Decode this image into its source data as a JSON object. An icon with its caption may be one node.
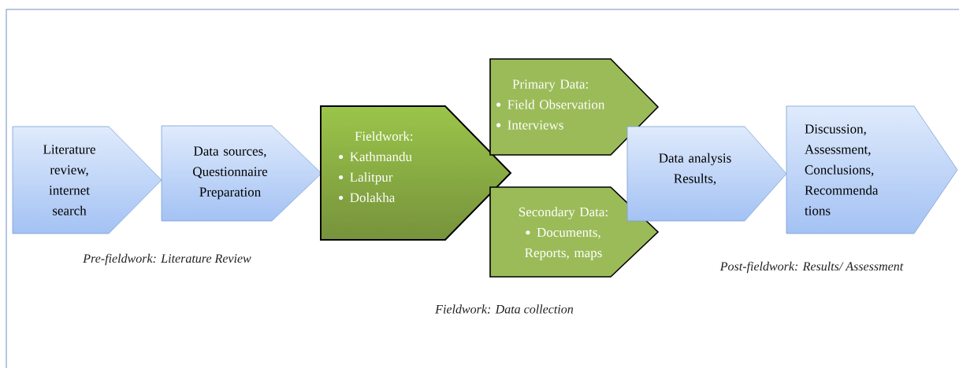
{
  "diagram": {
    "nodes": [
      {
        "text": [
          "Literature review, internet search"
        ]
      },
      {
        "text": [
          "Data sources, Questionnaire Preparation"
        ]
      },
      {
        "text": [
          "Fieldwork:",
          "Kathmandu",
          "Lalitpur",
          "Dolakha"
        ]
      },
      {
        "text": [
          "Primary Data:",
          "Field Observation",
          "Interviews"
        ]
      },
      {
        "text": [
          "Secondary Data:",
          "Documents, Reports, maps"
        ]
      },
      {
        "text": [
          "Data analysis Results,"
        ]
      },
      {
        "text": [
          "Discussion, Assessment, Conclusions, Recommenda tions"
        ]
      }
    ],
    "labels": [
      "Pre-fieldwork: Literature Review",
      "Fieldwork: Data collection",
      "Post-fieldwork: Results/ Assessment"
    ]
  }
}
